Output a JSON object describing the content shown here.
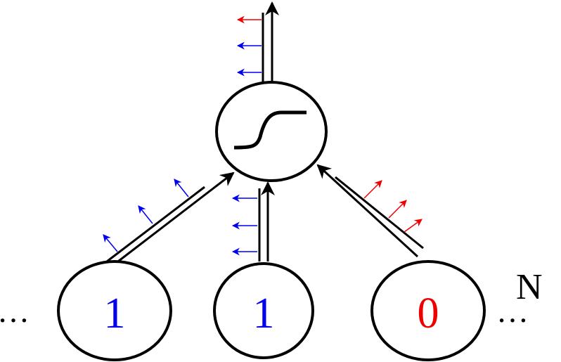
{
  "diagram": {
    "input_nodes": [
      {
        "id": "left",
        "value": "1",
        "color": "#0000ee"
      },
      {
        "id": "middle",
        "value": "1",
        "color": "#0000ee"
      },
      {
        "id": "right",
        "value": "0",
        "color": "#ee0000"
      }
    ],
    "output_node": {
      "icon": "sigmoid-icon"
    },
    "ellipsis_left": "…",
    "ellipsis_right": "…",
    "count_label": "N",
    "colors": {
      "active": "#0000ee",
      "inactive": "#ee0000",
      "stroke": "#000000"
    }
  }
}
